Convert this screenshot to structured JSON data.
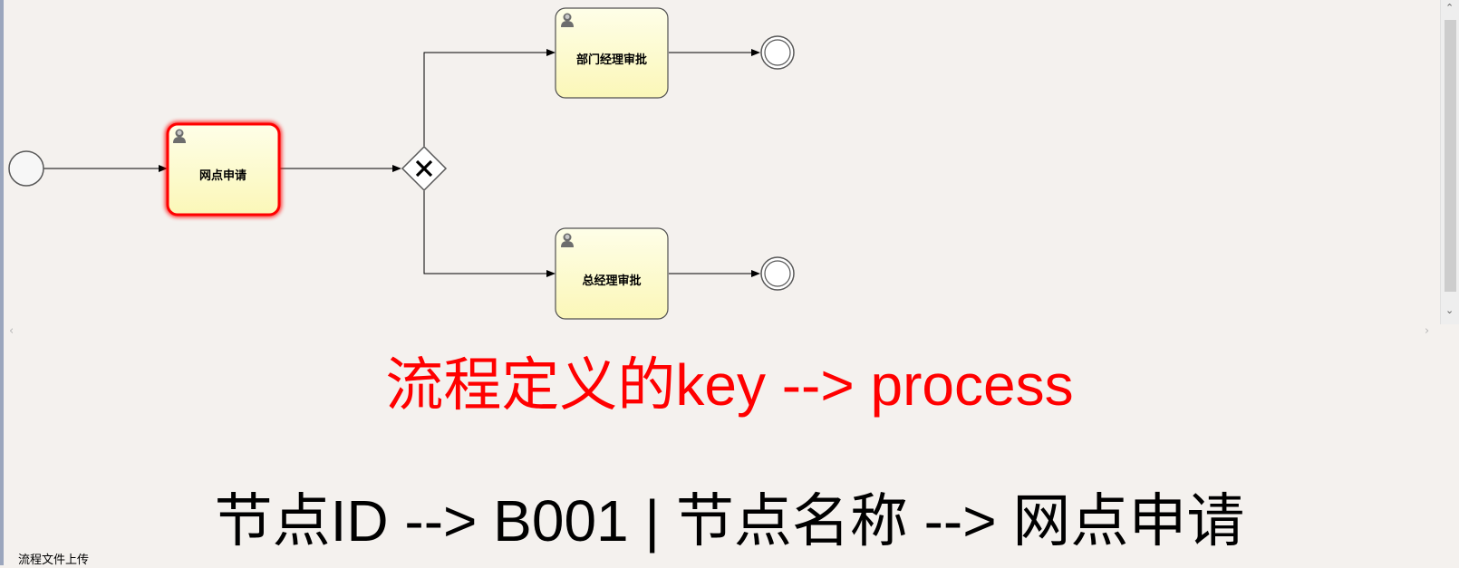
{
  "diagram": {
    "nodes": {
      "start_event": {},
      "task_apply": {
        "label": "网点申请",
        "state": "active"
      },
      "gateway": {
        "type": "exclusive"
      },
      "task_dept_manager": {
        "label": "部门经理审批"
      },
      "task_general_manager": {
        "label": "总经理审批"
      },
      "end_event_top": {},
      "end_event_bottom": {}
    }
  },
  "info": {
    "key_text": "流程定义的key --> process",
    "node_text": "节点ID --> B001 | 节点名称 --> 网点申请"
  },
  "status_bar": {
    "label": "流程文件上传"
  },
  "colors": {
    "active_border": "#ff0000",
    "task_fill_top": "#fefee8",
    "task_fill_bottom": "#fbf7b8",
    "key_text": "#ff0000",
    "background": "#f4f1ee"
  }
}
